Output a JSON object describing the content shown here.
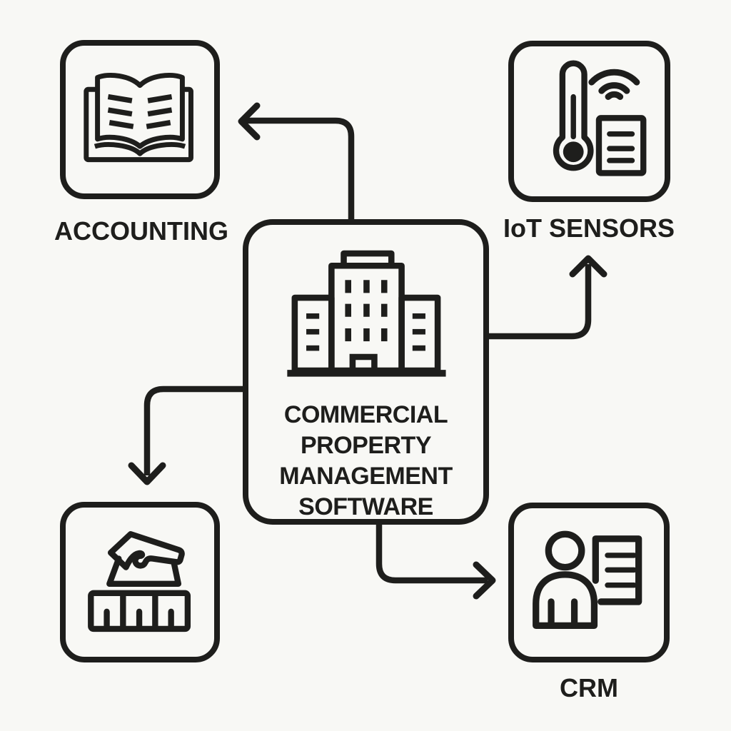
{
  "colors": {
    "background": "#f8f8f5",
    "line": "#1e1e1c"
  },
  "center": {
    "icon": "office-building-icon",
    "lines": [
      "COMMERCIAL",
      "PROPERTY",
      "MANAGEMENT",
      "SOFTWARE"
    ]
  },
  "nodes": {
    "accounting": {
      "label": "ACCOUNTING",
      "icon": "open-ledger-book-icon"
    },
    "iot_sensors": {
      "label": "IoT SENSORS",
      "icon": "thermometer-wifi-document-icon"
    },
    "bottom_left": {
      "label": "",
      "icon": "hand-stamp-units-icon"
    },
    "crm": {
      "label": "CRM",
      "icon": "person-record-icon"
    }
  },
  "connectors": [
    {
      "from": "center",
      "to": "accounting",
      "arrow_direction": "left"
    },
    {
      "from": "center",
      "to": "iot_sensors",
      "arrow_direction": "up"
    },
    {
      "from": "center",
      "to": "bottom_left",
      "arrow_direction": "down"
    },
    {
      "from": "center",
      "to": "crm",
      "arrow_direction": "right"
    }
  ]
}
